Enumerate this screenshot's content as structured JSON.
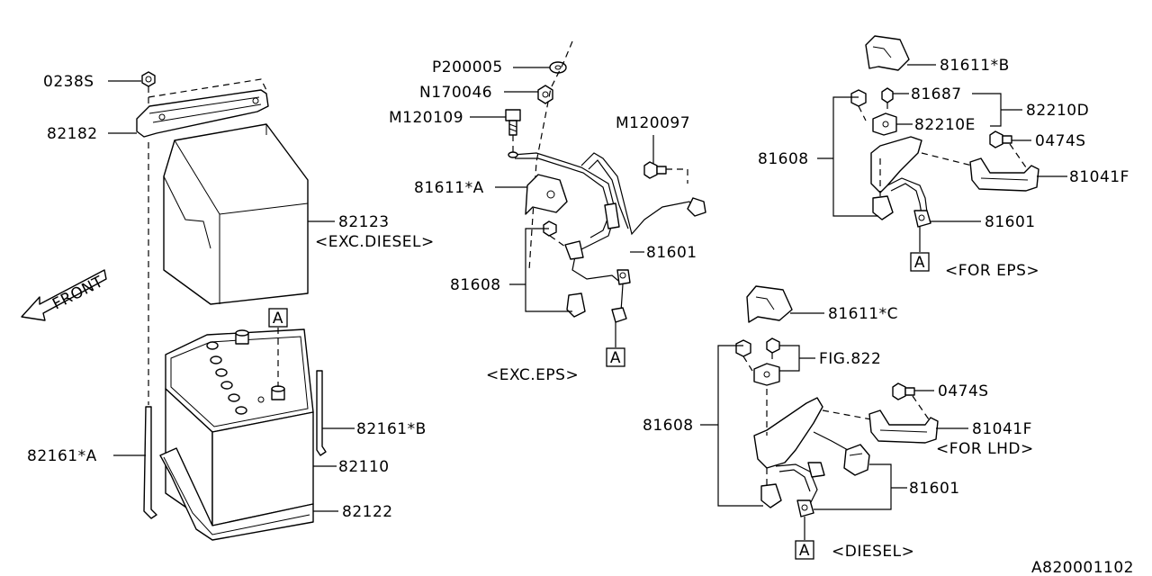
{
  "labels": {
    "l0238S": "0238S",
    "l82182": "82182",
    "l82123": "82123",
    "lExcDiesel": "<EXC.DIESEL>",
    "lFront": "FRONT",
    "l82161A": "82161*A",
    "l82161B": "82161*B",
    "l82110": "82110",
    "l82122": "82122",
    "lP200005": "P200005",
    "lN170046": "N170046",
    "lM120109": "M120109",
    "lM120097": "M120097",
    "l81611A": "81611*A",
    "l81601a": "81601",
    "l81608a": "81608",
    "lExcEps": "<EXC.EPS>",
    "l81611B": "81611*B",
    "l81687": "81687",
    "l82210D": "82210D",
    "l82210E": "82210E",
    "l0474Sa": "0474S",
    "l81608b": "81608",
    "l81041Fa": "81041F",
    "l81601b": "81601",
    "lForEps": "<FOR EPS>",
    "l81611C": "81611*C",
    "lFig822": "FIG.822",
    "l0474Sb": "0474S",
    "l81608c": "81608",
    "l81041Fb": "81041F",
    "lForLhd": "<FOR LHD>",
    "l81601c": "81601",
    "lDiesel": "<DIESEL>",
    "refA1": "A",
    "refA2": "A",
    "refA3": "A",
    "refA4": "A",
    "docId": "A820001102"
  }
}
